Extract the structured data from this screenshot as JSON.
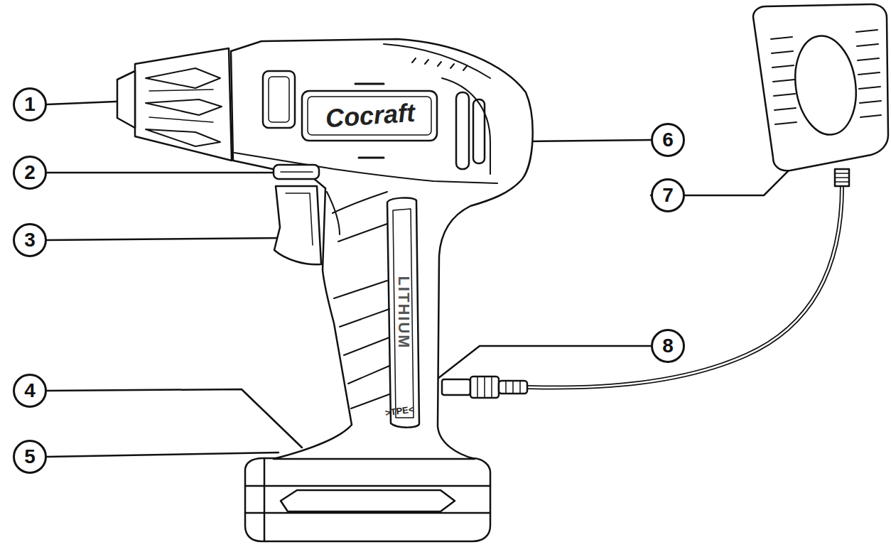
{
  "diagram": {
    "nodes": [
      {
        "text": [
          "1"
        ]
      },
      {
        "text": [
          "2"
        ]
      },
      {
        "text": [
          "3"
        ]
      },
      {
        "text": [
          "4"
        ]
      },
      {
        "text": [
          "5"
        ]
      },
      {
        "text": [
          "6"
        ]
      },
      {
        "text": [
          "7"
        ]
      },
      {
        "text": [
          "8"
        ]
      }
    ],
    "labels": [
      "Cocraft",
      "LITHIUM",
      ">TPE<"
    ]
  }
}
